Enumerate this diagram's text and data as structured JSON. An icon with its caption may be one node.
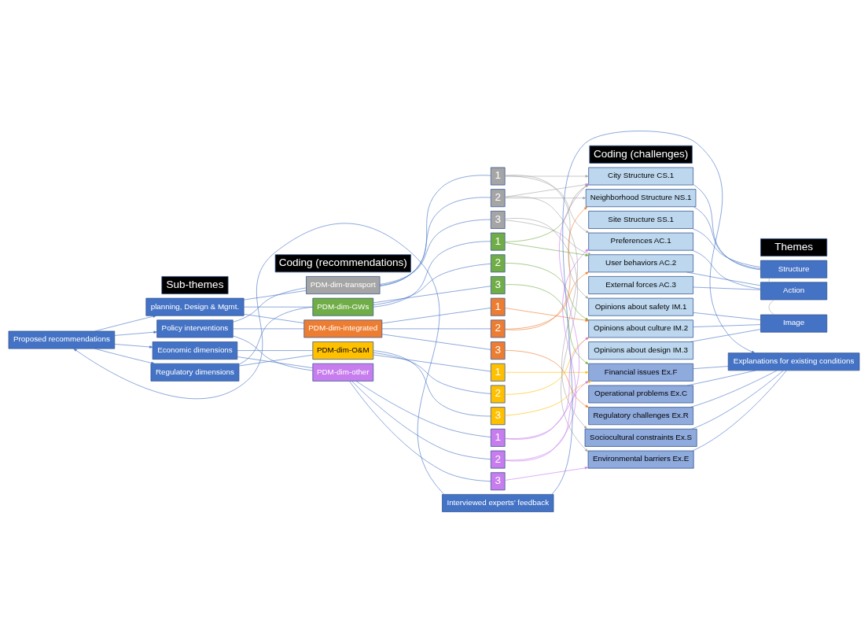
{
  "diagram": {
    "nodes": [
      {
        "text": [
          "Sub-themes"
        ]
      },
      {
        "text": [
          "Coding (recommendations)"
        ]
      },
      {
        "text": [
          "Coding (challenges)"
        ]
      },
      {
        "text": [
          "Themes"
        ]
      },
      {
        "text": [
          "Proposed recommendations"
        ]
      },
      {
        "text": [
          "planning, Design & Mgmt."
        ]
      },
      {
        "text": [
          "Policy interventions"
        ]
      },
      {
        "text": [
          "Economic dimensions"
        ]
      },
      {
        "text": [
          "Regulatory dimensions"
        ]
      },
      {
        "text": [
          "PDM-dim-transport"
        ]
      },
      {
        "text": [
          "1"
        ]
      },
      {
        "text": [
          "2"
        ]
      },
      {
        "text": [
          "3"
        ]
      },
      {
        "text": [
          "PDM-dim-GWs"
        ]
      },
      {
        "text": [
          "1"
        ]
      },
      {
        "text": [
          "2"
        ]
      },
      {
        "text": [
          "3"
        ]
      },
      {
        "text": [
          "PDM-dim-integrated"
        ]
      },
      {
        "text": [
          "1"
        ]
      },
      {
        "text": [
          "2"
        ]
      },
      {
        "text": [
          "3"
        ]
      },
      {
        "text": [
          "PDM-dim-O&M"
        ]
      },
      {
        "text": [
          "1"
        ]
      },
      {
        "text": [
          "2"
        ]
      },
      {
        "text": [
          "3"
        ]
      },
      {
        "text": [
          "PDM-dim-other"
        ]
      },
      {
        "text": [
          "1"
        ]
      },
      {
        "text": [
          "2"
        ]
      },
      {
        "text": [
          "3"
        ]
      },
      {
        "text": [
          "City Structure CS.1"
        ]
      },
      {
        "text": [
          "Neighborhood Structure NS.1"
        ]
      },
      {
        "text": [
          "Site Structure SS.1"
        ]
      },
      {
        "text": [
          "Preferences AC.1"
        ]
      },
      {
        "text": [
          "User behaviors AC.2"
        ]
      },
      {
        "text": [
          "External forces AC.3"
        ]
      },
      {
        "text": [
          "Opinions about safety IM.1"
        ]
      },
      {
        "text": [
          "Opinions about culture IM.2"
        ]
      },
      {
        "text": [
          "Opinions about design IM.3"
        ]
      },
      {
        "text": [
          "Financial issues Ex.F"
        ]
      },
      {
        "text": [
          "Operational problems Ex.C"
        ]
      },
      {
        "text": [
          "Regulatory challenges Ex.R"
        ]
      },
      {
        "text": [
          "Sociocultural constraints Ex.S"
        ]
      },
      {
        "text": [
          "Environmental barriers Ex.E"
        ]
      },
      {
        "text": [
          "Structure"
        ]
      },
      {
        "text": [
          "Action"
        ]
      },
      {
        "text": [
          "Image"
        ]
      },
      {
        "text": [
          "Explanations for existing conditions"
        ]
      },
      {
        "text": [
          "Interviewed experts’ feedback"
        ]
      }
    ],
    "edges": [
      {
        "from": 4,
        "to": 5,
        "arrow": "to"
      },
      {
        "from": 4,
        "to": 6,
        "arrow": "to"
      },
      {
        "from": 4,
        "to": 7,
        "arrow": "to"
      },
      {
        "from": 4,
        "to": 8,
        "arrow": "to"
      },
      {
        "from": 5,
        "to": 9,
        "arrow": "none"
      },
      {
        "from": 5,
        "to": 13,
        "arrow": "none"
      },
      {
        "from": 5,
        "to": 17,
        "arrow": "none"
      },
      {
        "from": 6,
        "to": 9,
        "arrow": "none"
      },
      {
        "from": 6,
        "to": 17,
        "arrow": "none"
      },
      {
        "from": 6,
        "to": 25,
        "arrow": "none"
      },
      {
        "from": 7,
        "to": 21,
        "arrow": "none"
      },
      {
        "from": 7,
        "to": 25,
        "arrow": "none"
      },
      {
        "from": 8,
        "to": 21,
        "arrow": "none"
      },
      {
        "from": 8,
        "to": 13,
        "arrow": "none"
      },
      {
        "from": 9,
        "to": 10,
        "arrow": "none"
      },
      {
        "from": 9,
        "to": 11,
        "arrow": "none"
      },
      {
        "from": 9,
        "to": 12,
        "arrow": "none"
      },
      {
        "from": 13,
        "to": 14,
        "arrow": "none"
      },
      {
        "from": 13,
        "to": 15,
        "arrow": "none"
      },
      {
        "from": 13,
        "to": 16,
        "arrow": "none"
      },
      {
        "from": 17,
        "to": 18,
        "arrow": "none"
      },
      {
        "from": 17,
        "to": 19,
        "arrow": "none"
      },
      {
        "from": 17,
        "to": 20,
        "arrow": "none"
      },
      {
        "from": 21,
        "to": 22,
        "arrow": "none"
      },
      {
        "from": 21,
        "to": 23,
        "arrow": "none"
      },
      {
        "from": 21,
        "to": 24,
        "arrow": "none"
      },
      {
        "from": 25,
        "to": 26,
        "arrow": "none"
      },
      {
        "from": 25,
        "to": 27,
        "arrow": "none"
      },
      {
        "from": 25,
        "to": 28,
        "arrow": "none"
      },
      {
        "from": 10,
        "to": 29,
        "arrow": "to",
        "color": "#a5a5a5"
      },
      {
        "from": 10,
        "to": 32,
        "arrow": "to",
        "color": "#a5a5a5"
      },
      {
        "from": 10,
        "to": 35,
        "arrow": "to",
        "color": "#a5a5a5"
      },
      {
        "from": 11,
        "to": 30,
        "arrow": "to",
        "color": "#a5a5a5"
      },
      {
        "from": 11,
        "to": 29,
        "arrow": "to",
        "color": "#a5a5a5"
      },
      {
        "from": 11,
        "to": 41,
        "arrow": "to",
        "color": "#a5a5a5"
      },
      {
        "from": 12,
        "to": 33,
        "arrow": "to",
        "color": "#a5a5a5"
      },
      {
        "from": 12,
        "to": 42,
        "arrow": "to",
        "color": "#a5a5a5"
      },
      {
        "from": 14,
        "to": 29,
        "arrow": "to",
        "color": "#70ad47"
      },
      {
        "from": 14,
        "to": 33,
        "arrow": "to",
        "color": "#70ad47"
      },
      {
        "from": 15,
        "to": 36,
        "arrow": "to",
        "color": "#70ad47"
      },
      {
        "from": 16,
        "to": 38,
        "arrow": "to",
        "color": "#70ad47"
      },
      {
        "from": 18,
        "to": 36,
        "arrow": "to",
        "color": "#ed7d31"
      },
      {
        "from": 19,
        "to": 30,
        "arrow": "to",
        "color": "#ed7d31"
      },
      {
        "from": 19,
        "to": 33,
        "arrow": "to",
        "color": "#ed7d31"
      },
      {
        "from": 20,
        "to": 40,
        "arrow": "to",
        "color": "#ed7d31"
      },
      {
        "from": 22,
        "to": 38,
        "arrow": "to",
        "color": "#ffc000"
      },
      {
        "from": 23,
        "to": 36,
        "arrow": "to",
        "color": "#ffc000"
      },
      {
        "from": 24,
        "to": 38,
        "arrow": "to",
        "color": "#ffc000"
      },
      {
        "from": 26,
        "to": 29,
        "arrow": "to",
        "color": "#c77dee"
      },
      {
        "from": 26,
        "to": 36,
        "arrow": "to",
        "color": "#c77dee"
      },
      {
        "from": 27,
        "to": 32,
        "arrow": "to",
        "color": "#c77dee"
      },
      {
        "from": 27,
        "to": 38,
        "arrow": "to",
        "color": "#c77dee"
      },
      {
        "from": 28,
        "to": 42,
        "arrow": "to",
        "color": "#c77dee"
      },
      {
        "from": 29,
        "to": 43,
        "arrow": "none"
      },
      {
        "from": 30,
        "to": 43,
        "arrow": "none"
      },
      {
        "from": 31,
        "to": 43,
        "arrow": "none"
      },
      {
        "from": 32,
        "to": 44,
        "arrow": "none"
      },
      {
        "from": 33,
        "to": 44,
        "arrow": "none"
      },
      {
        "from": 34,
        "to": 44,
        "arrow": "none"
      },
      {
        "from": 35,
        "to": 45,
        "arrow": "none"
      },
      {
        "from": 36,
        "to": 45,
        "arrow": "none"
      },
      {
        "from": 37,
        "to": 45,
        "arrow": "none"
      },
      {
        "from": 38,
        "to": 46,
        "arrow": "none"
      },
      {
        "from": 39,
        "to": 46,
        "arrow": "none"
      },
      {
        "from": 40,
        "to": 46,
        "arrow": "none"
      },
      {
        "from": 41,
        "to": 46,
        "arrow": "none"
      },
      {
        "from": 42,
        "to": 46,
        "arrow": "none"
      },
      {
        "from": 43,
        "to": 44,
        "arrow": "none",
        "color": "#a5a5a5"
      },
      {
        "from": 44,
        "to": 45,
        "arrow": "none",
        "color": "#a5a5a5"
      },
      {
        "from": 47,
        "to": 4,
        "arrow": "to"
      },
      {
        "from": 47,
        "to": 46,
        "arrow": "to"
      }
    ]
  }
}
